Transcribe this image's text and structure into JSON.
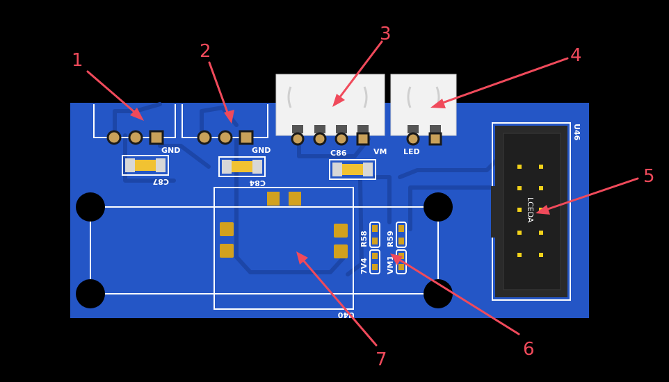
{
  "board": {
    "colors": {
      "background": "#000000",
      "pcb": "#2456c6",
      "trace": "#1e49ad",
      "silkscreen": "#ffffff",
      "pad_gold": "#d2a11e",
      "connector": "#f2f2f2",
      "header_body": "#2a2a2a",
      "callout": "#f04a5b"
    },
    "silkscreen_labels": {
      "gnd_left": "GND",
      "gnd_mid": "GND",
      "c87": "C87",
      "c84": "C84",
      "c86": "C86",
      "vm": "VM",
      "led": "LED",
      "u46": "U46",
      "lceda": "LCEDA",
      "r58": "R58",
      "r59": "R59",
      "v7v4": "7V4",
      "vm1": "VM1",
      "u40": "U40"
    }
  },
  "callouts": [
    {
      "label": "1"
    },
    {
      "label": "2"
    },
    {
      "label": "3"
    },
    {
      "label": "4"
    },
    {
      "label": "5"
    },
    {
      "label": "6"
    },
    {
      "label": "7"
    }
  ]
}
